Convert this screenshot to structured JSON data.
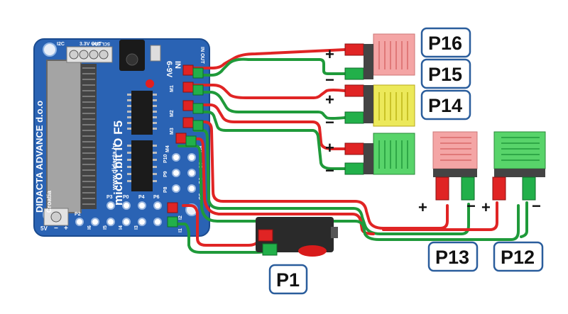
{
  "board": {
    "name": "micro:bit IO F5",
    "url": "www.didacta.hr",
    "maker": "DIDACTA ADVANCE d.o.o",
    "country": "Croatia",
    "power_in": "IN",
    "voltage": "6-9V",
    "in_out": "IN OUT",
    "out_3v": "3.3V OUT",
    "scl_sda": "SCL SDA",
    "i2c": "I2C",
    "supply_5v": "5V",
    "gnd_mark": "−",
    "plus_mark": "+",
    "pins": {
      "p2": "P2",
      "p3": "P3",
      "p0": "P0",
      "p4": "P4",
      "p6": "P6",
      "p8": "P8",
      "p9": "P9",
      "p10": "P10",
      "i6": "I6",
      "i5": "I5",
      "i4": "I4",
      "i3": "I3",
      "i2": "I2",
      "i1": "I1",
      "m1": "M1",
      "m2": "M2",
      "m3": "M3",
      "m4": "M4",
      "o8": "O8",
      "o7": "O7",
      "o6": "O6",
      "o5": "O5"
    }
  },
  "labels": {
    "p16": "P16",
    "p15": "P15",
    "p14": "P14",
    "p13": "P13",
    "p12": "P12",
    "p1": "P1"
  },
  "polarity": {
    "plus": "+",
    "minus": "−"
  },
  "colors": {
    "board_blue": "#2a63b4",
    "wire_red": "#e02424",
    "wire_green": "#1f9a3a",
    "module_red": "#f4a5a5",
    "module_yellow": "#ece95a",
    "module_green": "#58d46a",
    "label_border": "#2a5d9c"
  }
}
